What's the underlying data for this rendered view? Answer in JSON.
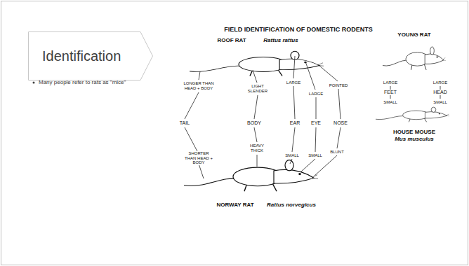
{
  "diagram": {
    "title": "FIELD IDENTIFICATION OF DOMESTIC RODENTS",
    "nodes": [
      {
        "text": [
          "Identification"
        ]
      }
    ],
    "labels": [
      "Many people refer to rats as \"mice\"",
      "ROOF RAT",
      "Rattus rattus",
      "LONGER THAN HEAD + BODY",
      "LIGHT SLENDER",
      "LARGE",
      "LARGE",
      "POINTED",
      "TAIL",
      "BODY",
      "EAR",
      "EYE",
      "NOSE",
      "SHORTER THAN HEAD + BODY",
      "HEAVY THICK",
      "SMALL",
      "SMALL",
      "BLUNT",
      "NORWAY RAT",
      "Rattus norvegicus",
      "YOUNG RAT",
      "LARGE",
      "LARGE",
      "FEET",
      "HEAD",
      "SMALL",
      "SMALL",
      "HOUSE MOUSE",
      "Mus musculus"
    ]
  }
}
